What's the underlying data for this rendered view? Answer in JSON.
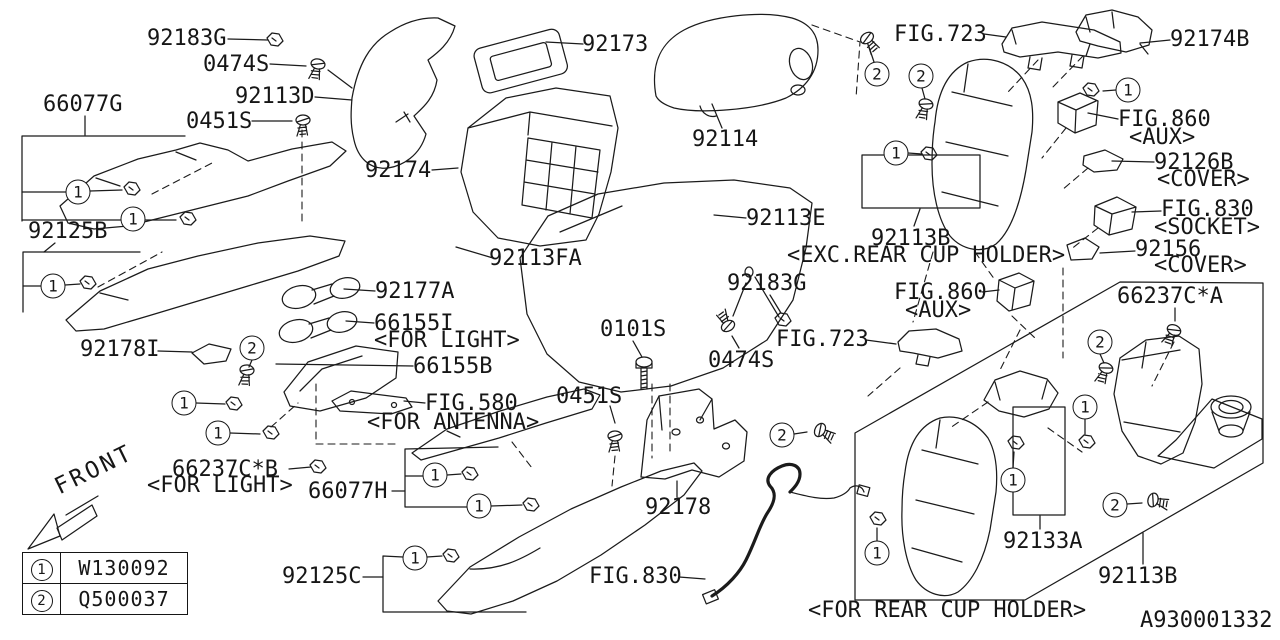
{
  "diagram": {
    "title_code": "A930001332",
    "front_label": "FRONT",
    "callout_symbols": {
      "one": "1",
      "two": "2"
    },
    "legend": {
      "rows": [
        {
          "symbol": "1",
          "code": "W130092"
        },
        {
          "symbol": "2",
          "code": "Q500037"
        }
      ]
    },
    "labels": [
      {
        "text": "92183G"
      },
      {
        "text": "0474S"
      },
      {
        "text": "66077G"
      },
      {
        "text": "92113D"
      },
      {
        "text": "0451S"
      },
      {
        "text": "92173"
      },
      {
        "text": "92114"
      },
      {
        "text": "FIG.723"
      },
      {
        "text": "92174B"
      },
      {
        "text": "FIG.860",
        "sub": "<AUX>"
      },
      {
        "text": "92126B",
        "sub": "<COVER>"
      },
      {
        "text": "FIG.830",
        "sub": "<SOCKET>"
      },
      {
        "text": "92156",
        "sub": "<COVER>"
      },
      {
        "text": "92113B",
        "sub": "<EXC.REAR CUP HOLDER>"
      },
      {
        "text": "66237C*A"
      },
      {
        "text": "92174"
      },
      {
        "text": "92125B"
      },
      {
        "text": "92177A"
      },
      {
        "text": "66155I",
        "sub": "<FOR LIGHT>"
      },
      {
        "text": "66155B"
      },
      {
        "text": "92178I"
      },
      {
        "text": "FIG.580",
        "sub": "<FOR ANTENNA>"
      },
      {
        "text": "0101S"
      },
      {
        "text": "92183G"
      },
      {
        "text": "0474S"
      },
      {
        "text": "FIG.723"
      },
      {
        "text": "FIG.860",
        "sub": "<AUX>"
      },
      {
        "text": "0451S"
      },
      {
        "text": "66237C*B",
        "sub": "<FOR LIGHT>"
      },
      {
        "text": "66077H"
      },
      {
        "text": "92178"
      },
      {
        "text": "92133A"
      },
      {
        "text": "92125C"
      },
      {
        "text": "FIG.830"
      },
      {
        "text": "92113B"
      },
      {
        "text": "<FOR REAR CUP HOLDER>"
      },
      {
        "text": "92113FA"
      },
      {
        "text": "92113E"
      }
    ]
  }
}
